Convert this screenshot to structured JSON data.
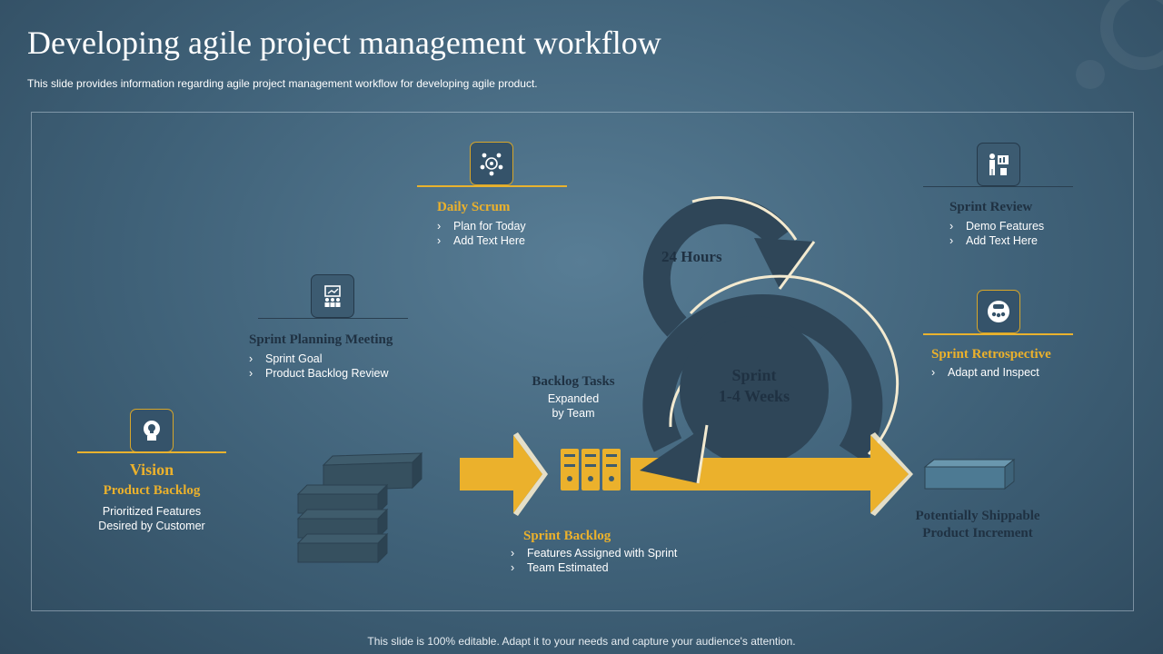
{
  "title": "Developing agile project management workflow",
  "subtitle": "This slide provides information regarding agile project management workflow for developing agile product.",
  "footer": "This slide is 100% editable. Adapt it to your needs and capture your audience's attention.",
  "vision": {
    "title": "Vision",
    "subtitle": "Product Backlog",
    "lines": [
      "Prioritized Features",
      "Desired by Customer"
    ],
    "icon": "head-lightbulb-icon"
  },
  "sprint_planning": {
    "title": "Sprint Planning Meeting",
    "bullets": [
      "Sprint Goal",
      "Product Backlog Review"
    ],
    "icon": "presentation-meeting-icon"
  },
  "daily_scrum": {
    "title": "Daily Scrum",
    "bullets": [
      "Plan for Today",
      "Add Text Here"
    ],
    "icon": "team-cycle-icon"
  },
  "backlog_tasks": {
    "title": "Backlog Tasks",
    "lines": [
      "Expanded",
      "by Team"
    ]
  },
  "sprint_backlog": {
    "title": "Sprint Backlog",
    "bullets": [
      "Features Assigned with Sprint",
      "Team Estimated"
    ],
    "icon": "file-cabinet-icon"
  },
  "cycle": {
    "daily_label": "24 Hours",
    "sprint_line1": "Sprint",
    "sprint_line2": "1-4 Weeks"
  },
  "sprint_review": {
    "title": "Sprint Review",
    "bullets": [
      "Demo Features",
      "Add Text Here"
    ],
    "icon": "presenter-board-icon"
  },
  "sprint_retrospective": {
    "title": "Sprint Retrospective",
    "bullets": [
      "Adapt and Inspect"
    ],
    "icon": "team-discussion-icon"
  },
  "increment": {
    "line1": "Potentially Shippable",
    "line2": "Product Increment"
  },
  "colors": {
    "gold": "#ebb12c",
    "dark_slate": "#2f4658",
    "background": "#4a6c83",
    "cream": "#f3ead0"
  }
}
